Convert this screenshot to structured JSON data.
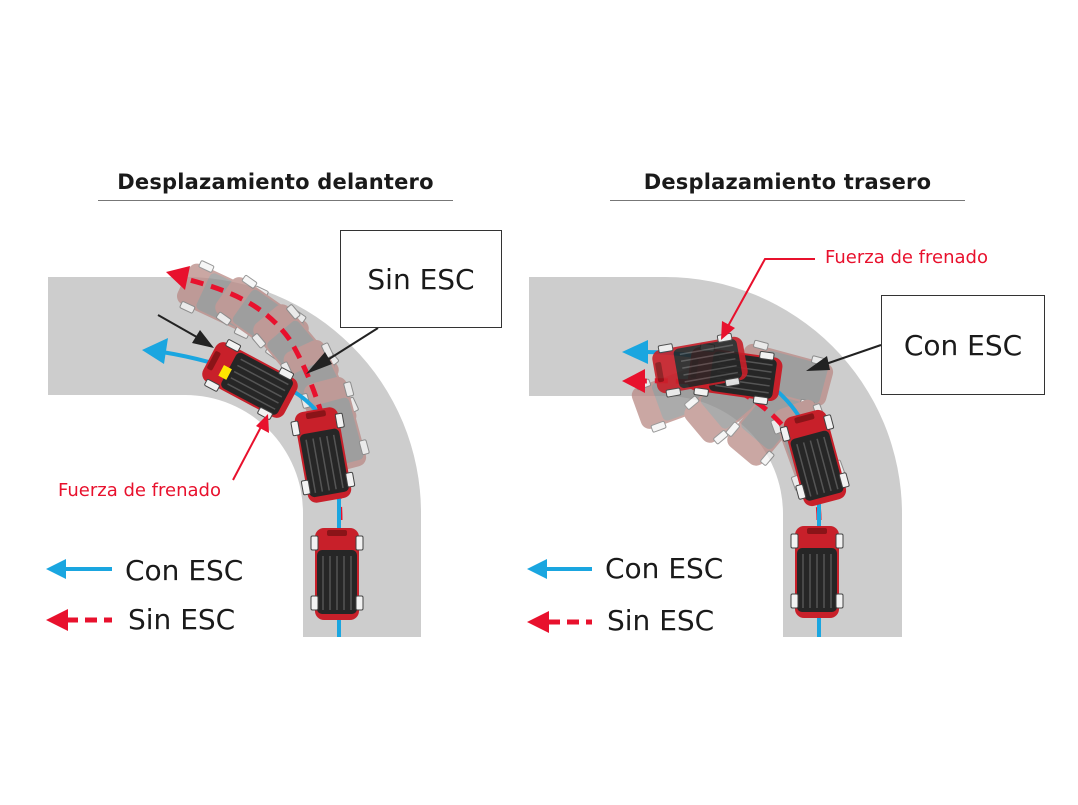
{
  "panels": {
    "left": {
      "title": "Desplazamiento delantero",
      "box_label": "Sin ESC",
      "braking_label": "Fuerza de frenado",
      "legend": {
        "with_esc": "Con ESC",
        "without_esc": "Sin ESC"
      }
    },
    "right": {
      "title": "Desplazamiento trasero",
      "box_label": "Con ESC",
      "braking_label": "Fuerza de frenado",
      "legend": {
        "with_esc": "Con ESC",
        "without_esc": "Sin ESC"
      }
    }
  },
  "colors": {
    "road": "#cdcdcd",
    "with_esc_path": "#1aa6e0",
    "without_esc_path": "#e8112d",
    "car_body": "#c8202a",
    "car_cabin": "#262626",
    "callout_arrow": "#222222"
  },
  "icons": [
    "car-icon",
    "arrow-icon"
  ]
}
